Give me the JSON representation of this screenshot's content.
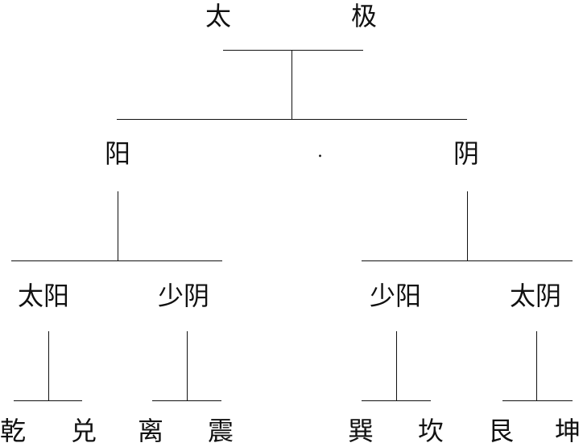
{
  "root": {
    "left": "太",
    "right": "极"
  },
  "level1": {
    "yang": "阳",
    "yin": "阴",
    "dot": "."
  },
  "level2": [
    "太阳",
    "少阴",
    "少阳",
    "太阴"
  ],
  "trigrams": [
    "乾",
    "兑",
    "离",
    "震",
    "巽",
    "坎",
    "艮",
    "坤"
  ],
  "colors": {
    "ink": "#111111",
    "background": "#ffffff"
  }
}
